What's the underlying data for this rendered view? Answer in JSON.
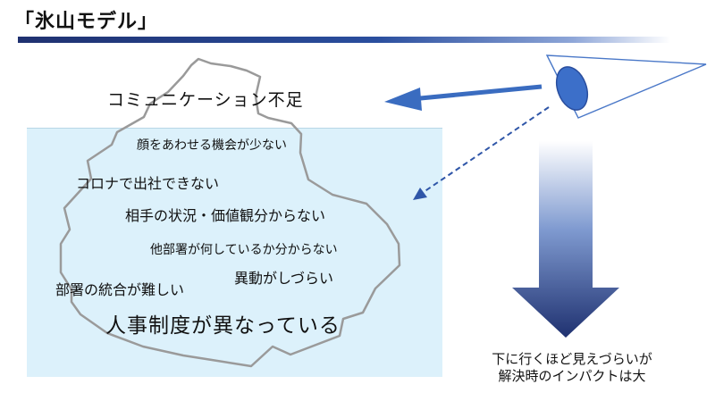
{
  "title": "「氷山モデル」",
  "above_water": "コミュニケーション不足",
  "below_water": [
    "顔をあわせる機会が少ない",
    "コロナで出社できない",
    "相手の状況・価値観分からない",
    "他部署が何しているか分からない",
    "異動がしづらい",
    "部署の統合が難しい",
    "人事制度が異なっている"
  ],
  "caption_lines": [
    "下に行くほど見えづらいが",
    "解決時のインパクトは大"
  ],
  "colors": {
    "title_bar": "#1f3170",
    "water": "#dcf1fb",
    "iceberg_outline": "#9a9a9a",
    "arrow_solid": "#3a6cc0",
    "arrow_dashed": "#2f56a8",
    "eye": "#3c6fc9",
    "down_arrow_top": "#ffffff",
    "down_arrow_bottom": "#1f3170"
  },
  "icons": [
    "eye-icon",
    "solid-arrow-icon",
    "dashed-arrow-icon",
    "down-arrow-icon"
  ]
}
